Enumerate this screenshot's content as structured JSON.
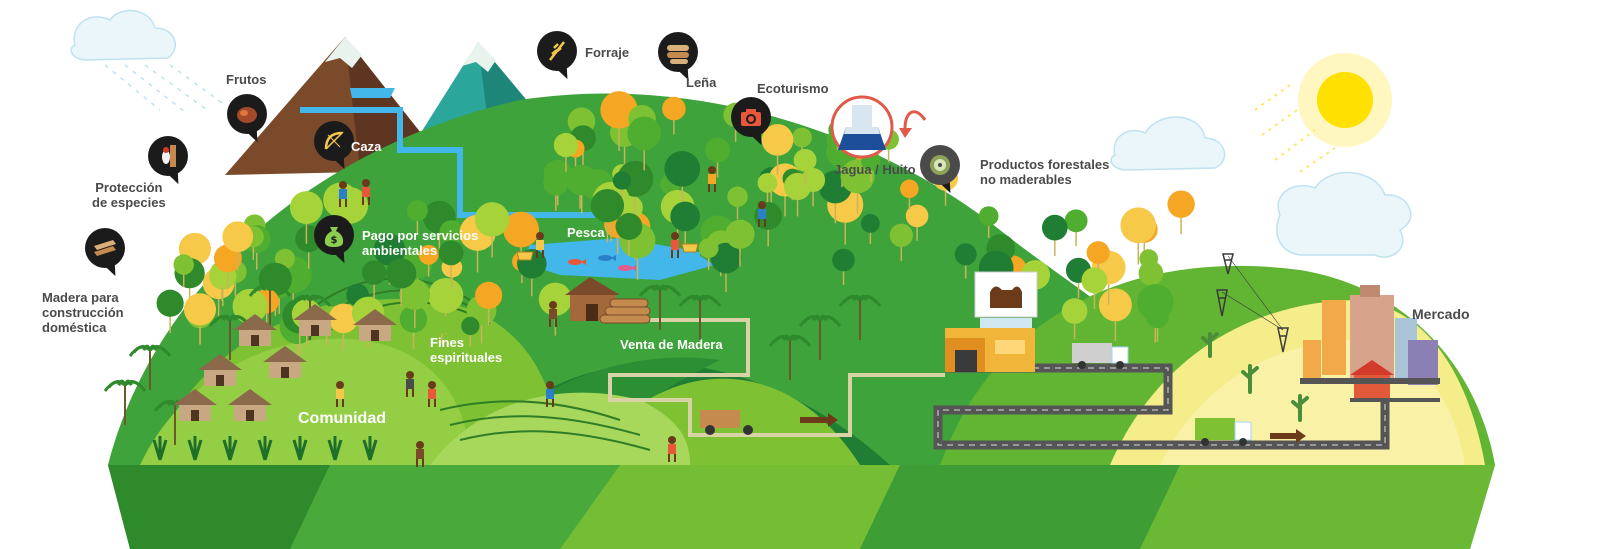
{
  "labels": {
    "frutos": "Frutos",
    "caza": "Caza",
    "forraje": "Forraje",
    "lena": "Leña",
    "ecoturismo": "Ecoturismo",
    "jagua_huito": "Jagua / Huito",
    "productos_forestales": "Productos forestales\nno maderables",
    "proteccion": "Protección\nde especies",
    "madera_construccion": "Madera para\nconstrucción\ndoméstica",
    "pago_servicios": "Pago por servicios\nambientales",
    "pesca": "Pesca",
    "fines_espirituales": "Fines\nespirituales",
    "comunidad": "Comunidad",
    "venta_madera": "Venta de Madera",
    "mercado": "Mercado"
  },
  "icons": {
    "frutos": "fruit-icon",
    "caza": "bow-arrow-icon",
    "forraje": "wheat-icon",
    "lena": "firewood-icon",
    "ecoturismo": "camera-icon",
    "jagua_huito": "fruit-cut-icon",
    "proteccion": "woodpecker-icon",
    "madera_construccion": "lumber-icon",
    "pago_servicios": "money-bag-icon"
  },
  "colors": {
    "pin": "#1b1b1b",
    "hill_light": "#7ec234",
    "hill_mid": "#3ea33a",
    "hill_dark": "#1f7e33",
    "market_yellow": "#f5ec8a",
    "water": "#43b6ea",
    "sun": "#ffe000",
    "mountain_brown": "#7a4a2a",
    "mountain_teal": "#2aa69a",
    "road": "#555555"
  }
}
